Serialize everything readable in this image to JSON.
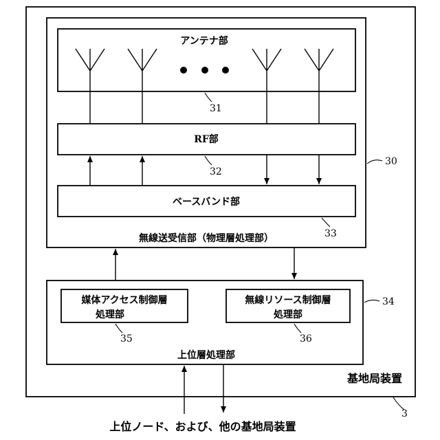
{
  "base_station": {
    "label": "基地局装置",
    "ref": "3"
  },
  "radio_unit": {
    "label": "無線送受信部（物理層処理部）",
    "ref": "30"
  },
  "antenna_unit": {
    "label": "アンテナ部",
    "ref": "31"
  },
  "rf_unit": {
    "label": "RF部",
    "ref": "32"
  },
  "baseband_unit": {
    "label": "ベースバンド部",
    "ref": "33"
  },
  "upper_layer": {
    "label": "上位層処理部",
    "ref": "34"
  },
  "mac_unit": {
    "line1": "媒体アクセス制御層",
    "line2": "処理部",
    "ref": "35"
  },
  "rrc_unit": {
    "line1": "無線リソース制御層",
    "line2": "処理部",
    "ref": "36"
  },
  "external": {
    "label": "上位ノード、および、他の基地局装置"
  }
}
